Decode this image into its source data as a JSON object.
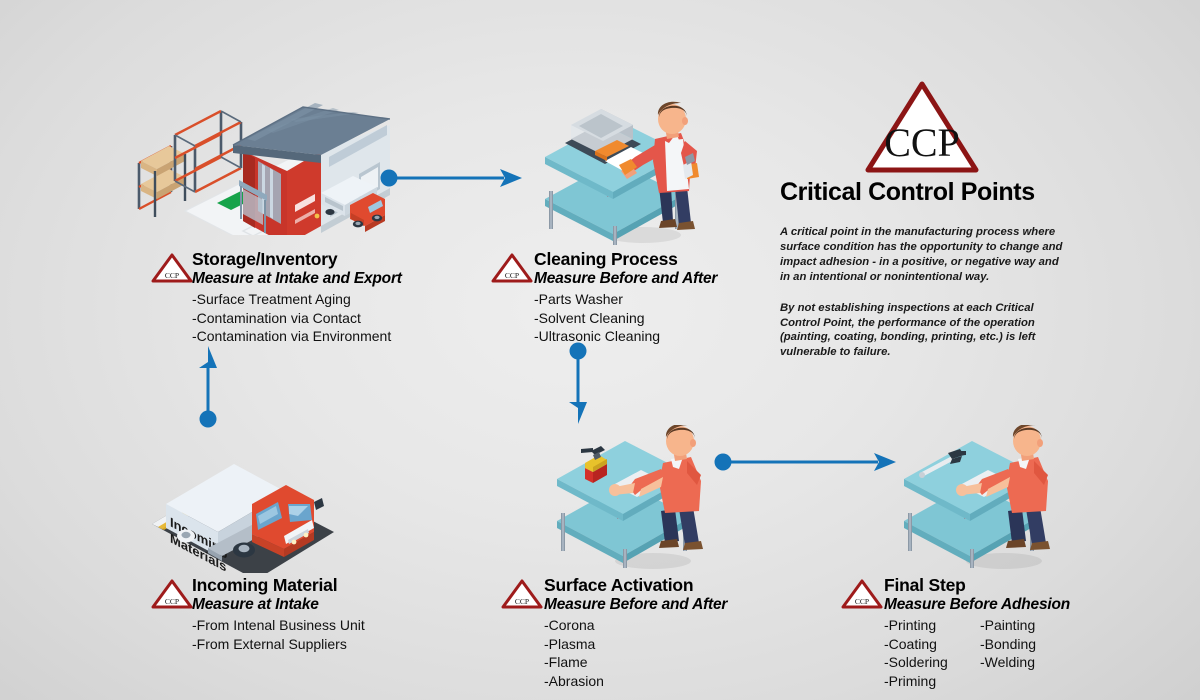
{
  "page": {
    "title": "Critical Control Points",
    "accent_blue": "#1473b8",
    "badge_red": "#9e1b1b",
    "background": "#e4e4e4"
  },
  "logo": {
    "name": "ccp-triangle-logo",
    "text": "CCP",
    "stroke": "#8c1515"
  },
  "panel": {
    "heading": "Critical Control Points",
    "paragraph_1": "A critical point in the manufacturing process where surface condition has the opportunity to change and impact adhesion - in a positive, or negative way and in an intentional or nonintentional way.",
    "paragraph_2": "By not establishing inspections at each Critical Control Point, the performance of the operation (painting, coating, bonding, printing, etc.) is left vulnerable to failure."
  },
  "badge": {
    "label": "CCP"
  },
  "steps": [
    {
      "id": "storage-inventory",
      "title": "Storage/Inventory",
      "subtitle": "Measure at Intake and Export",
      "items": [
        "-Surface Treatment Aging",
        "-Contamination via Contact",
        "-Contamination via Environment"
      ]
    },
    {
      "id": "cleaning-process",
      "title": "Cleaning Process",
      "subtitle": "Measure Before and After",
      "items": [
        "-Parts Washer",
        "-Solvent Cleaning",
        "-Ultrasonic Cleaning"
      ]
    },
    {
      "id": "incoming-material",
      "title": "Incoming Material",
      "subtitle": "Measure at Intake",
      "items": [
        "-From Intenal Business Unit",
        "-From External Suppliers"
      ]
    },
    {
      "id": "surface-activation",
      "title": "Surface Activation",
      "subtitle": "Measure Before and After",
      "items": [
        "-Corona",
        "-Plasma",
        "-Flame",
        "-Abrasion"
      ]
    },
    {
      "id": "final-step",
      "title": "Final Step",
      "subtitle": "Measure Before Adhesion",
      "items": [
        "-Printing",
        "-Coating",
        "-Soldering",
        "-Priming",
        "-Painting",
        "-Bonding",
        "-Welding"
      ]
    }
  ],
  "illustrations": {
    "warehouse": "warehouse-isometric-illustration",
    "delivery_truck": "delivery-truck-isometric-illustration",
    "truck_label_line1": "Incoming",
    "truck_label_line2": "Materials",
    "cleaning_worker": "worker-cleaning-table-illustration",
    "activation_worker": "worker-surface-activation-illustration",
    "final_worker": "worker-final-step-illustration"
  },
  "arrows": [
    {
      "id": "arrow-storage-to-cleaning",
      "direction": "right"
    },
    {
      "id": "arrow-cleaning-to-activation",
      "direction": "down"
    },
    {
      "id": "arrow-incoming-to-storage",
      "direction": "up"
    },
    {
      "id": "arrow-activation-to-final",
      "direction": "right"
    }
  ]
}
